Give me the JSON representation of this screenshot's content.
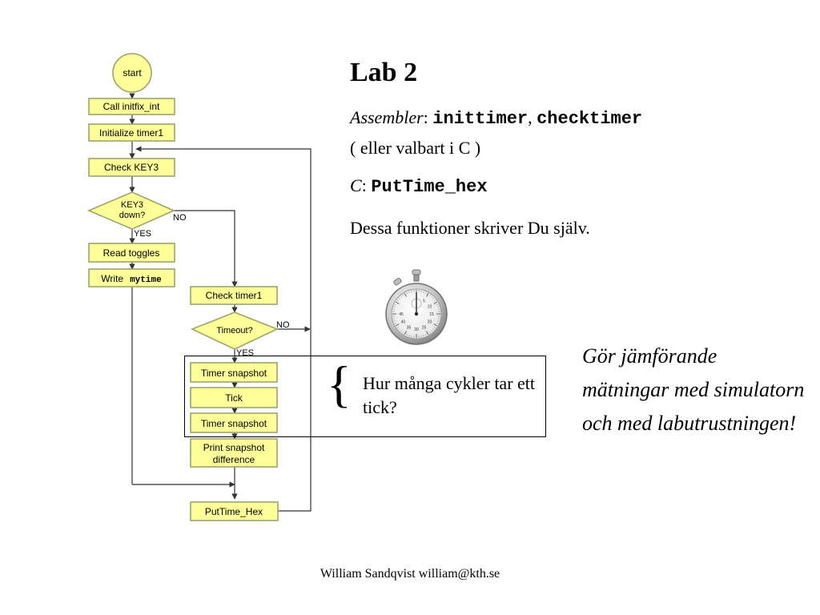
{
  "flowchart": {
    "start": "start",
    "call_initfix": "Call initfix_int",
    "init_timer": "Initialize timer1",
    "check_key3": "Check KEY3",
    "key3_down_line1": "KEY3",
    "key3_down_line2": "down?",
    "no1": "NO",
    "yes1": "YES",
    "read_toggles": "Read toggles",
    "write_prefix": "Write",
    "write_var": "mytime",
    "check_timer1": "Check timer1",
    "timeout": "Timeout?",
    "no2": "NO",
    "yes2": "YES",
    "snapshot1": "Timer snapshot",
    "tick": "Tick",
    "snapshot2": "Timer snapshot",
    "print_line1": "Print snapshot",
    "print_line2": "difference",
    "puttime": "PutTime_Hex"
  },
  "content": {
    "title": "Lab 2",
    "asm_label": "Assembler",
    "asm_colon": ":",
    "asm_func1": "inittimer",
    "asm_comma": ",",
    "asm_func2": "checktimer",
    "asm_note": "( eller valbart i C )",
    "c_label": "C",
    "c_colon": ":",
    "c_func": "PutTime_hex",
    "description": "Dessa funktioner skriver Du själv.",
    "brace": "{",
    "question": "Hur många cykler tar ett tick?",
    "note": "Gör jämförande mätningar med simulatorn och med labutrustningen!",
    "footer": "William Sandqvist  william@kth.se"
  },
  "stopwatch": {
    "dial_numbers": [
      "5",
      "10",
      "15",
      "20",
      "25",
      "30",
      "35",
      "40",
      "45"
    ]
  }
}
